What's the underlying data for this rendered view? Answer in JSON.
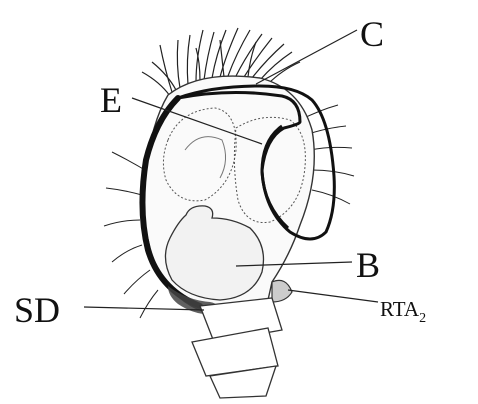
{
  "figure": {
    "labels": {
      "c": "C",
      "e": "E",
      "b": "B",
      "sd": "SD",
      "rta_main": "RTA",
      "rta_sub": "2"
    }
  }
}
